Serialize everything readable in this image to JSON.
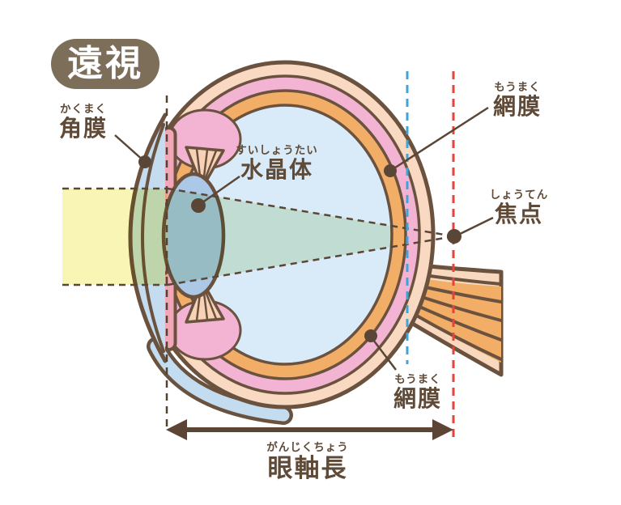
{
  "badge": {
    "text": "遠視"
  },
  "labels": {
    "cornea": {
      "furigana": "かくまく",
      "text": "角膜"
    },
    "lens": {
      "furigana": "すいしょうたい",
      "text": "水晶体"
    },
    "retina_top": {
      "furigana": "もうまく",
      "text": "網膜"
    },
    "focal_point": {
      "furigana": "しょうてん",
      "text": "焦点"
    },
    "retina_bottom": {
      "furigana": "もうまく",
      "text": "網膜"
    },
    "axial_length": {
      "furigana": "がんじくちょう",
      "text": "眼軸長"
    }
  },
  "colors": {
    "outline_brown": "#6a523f",
    "text_brown": "#5f4a37",
    "badge_background": "#7d6e5a",
    "sclera_peach": "#f9d9c2",
    "choroid_pink": "#f3b3d2",
    "retina_orange": "#f2ad66",
    "vitreous_blue": "#d9ebf8",
    "cornea_blue": "#c3dcf0",
    "lens_blue": "#abc9e6",
    "iris_pink": "#f2a6b8",
    "zonule_peach": "#f8d2b6",
    "light_beam_yellow": "#f9f6b5",
    "light_cone_green": "#e3efd8",
    "retina_line_blue": "#3fa4da",
    "focal_line_red": "#e8433a"
  }
}
